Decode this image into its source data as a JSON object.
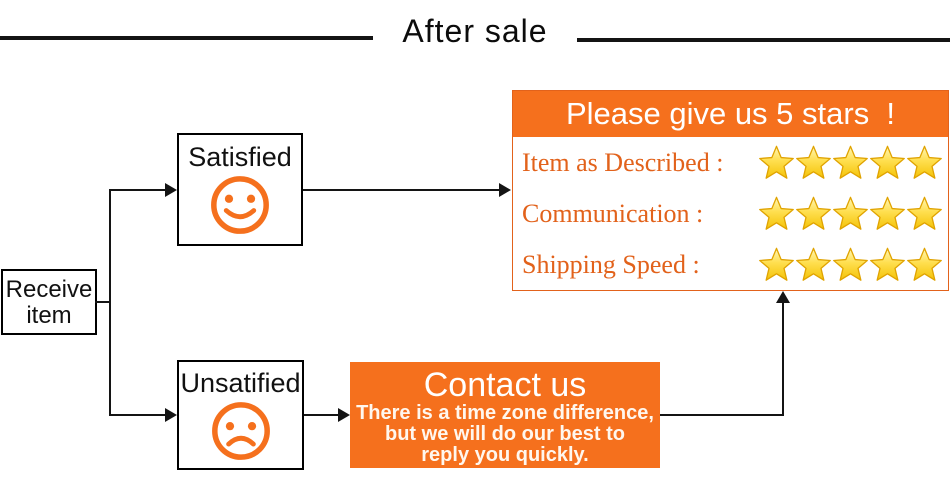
{
  "title": "After sale",
  "flow": {
    "receive": {
      "line1": "Receive",
      "line2": "item"
    },
    "satisfied_label": "Satisfied",
    "unsatisfied_label": "Unsatified"
  },
  "ratings": {
    "header": "Please give us 5 stars  !",
    "rows": [
      {
        "label": "Item as Described :",
        "stars": 5
      },
      {
        "label": "Communication :",
        "stars": 5
      },
      {
        "label": "Shipping Speed :",
        "stars": 5
      }
    ]
  },
  "contact": {
    "title": "Contact us",
    "lines": [
      "There is a time zone difference,",
      "but we will do our best to",
      "reply you quickly."
    ]
  },
  "colors": {
    "orange": "#F5701D",
    "text_orange": "#E2621B",
    "star_gold": "#FFDF4F",
    "star_gold_dark": "#F4C308",
    "star_edge": "#E0A300",
    "line_black": "#141414"
  }
}
